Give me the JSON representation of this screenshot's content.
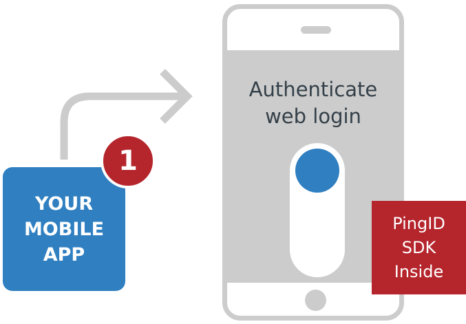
{
  "colors": {
    "phone_frame": "#cccccc",
    "screen": "#cccccc",
    "app_blue": "#2f7fc1",
    "badge_red": "#b5252c",
    "text_dark": "#333f48",
    "slider_track": "#ffffff"
  },
  "icons": {
    "arrow": "curved-arrow-right-icon",
    "phone": "smartphone-icon"
  },
  "phone": {
    "screen_title_line1": "Authenticate",
    "screen_title_line2": "web login"
  },
  "app": {
    "line1": "YOUR",
    "line2": "MOBILE",
    "line3": "APP"
  },
  "badge": {
    "number": "1"
  },
  "sdk": {
    "line1": "PingID",
    "line2": "SDK",
    "line3": "Inside"
  }
}
